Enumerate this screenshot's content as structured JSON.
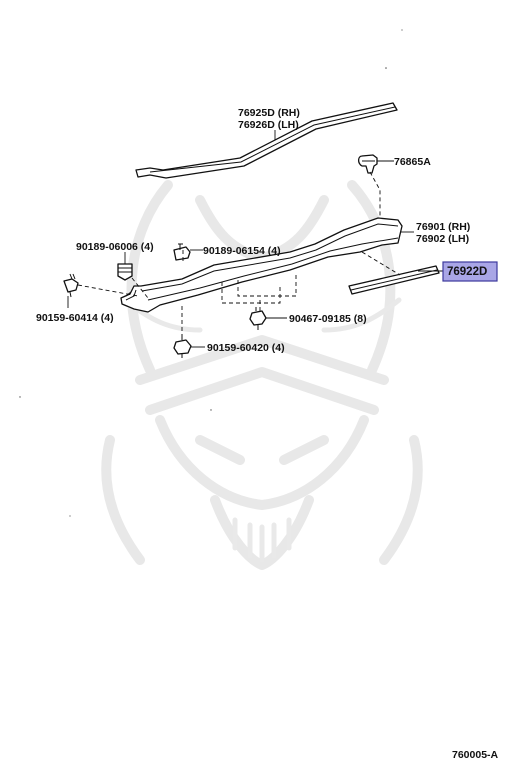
{
  "parts": [
    {
      "id": "p1",
      "label": "76925D (RH)"
    },
    {
      "id": "p2",
      "label": "76926D (LH)"
    },
    {
      "id": "p3",
      "label": "76865A"
    },
    {
      "id": "p4",
      "label": "76901 (RH)"
    },
    {
      "id": "p5",
      "label": "76902 (LH)"
    },
    {
      "id": "p6",
      "label": "76922D",
      "highlighted": true
    },
    {
      "id": "p7",
      "label": "90189-06006 (4)"
    },
    {
      "id": "p8",
      "label": "90189-06154 (4)"
    },
    {
      "id": "p9",
      "label": "90159-60414 (4)"
    },
    {
      "id": "p10",
      "label": "90467-09185 (8)"
    },
    {
      "id": "p11",
      "label": "90159-60420 (4)"
    }
  ],
  "diagram_code": "760005-A",
  "colors": {
    "highlight_fill": "#a9a6e6",
    "highlight_border": "#3d3a9c",
    "ink": "#111111",
    "watermark": "#e8e8e8"
  }
}
